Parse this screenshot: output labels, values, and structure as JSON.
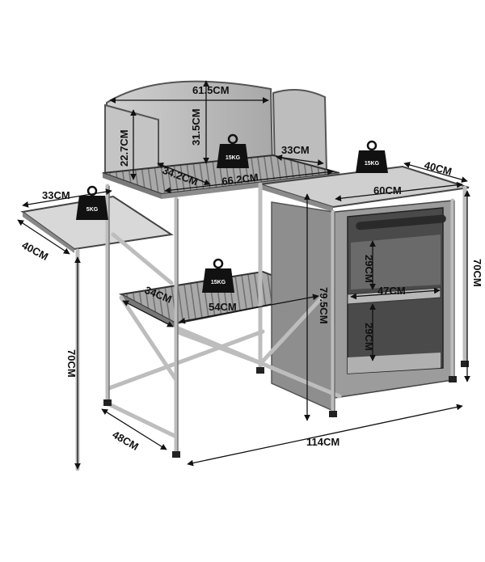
{
  "dimensions": {
    "windscreen_width": "61.5CM",
    "windscreen_height": "31.5CM",
    "side_panel_height": "22.7CM",
    "side_panel_width": "33CM",
    "main_top_depth": "34.2CM",
    "main_top_width": "66.2CM",
    "cabinet_depth": "40CM",
    "cabinet_width": "60CM",
    "side_table_width": "33CM",
    "side_table_depth": "40CM",
    "shelf_depth": "34CM",
    "shelf_width": "54CM",
    "total_height_cabinet": "79.5CM",
    "cabinet_height": "70CM",
    "compartment_height_top": "29CM",
    "compartment_width": "47CM",
    "compartment_height_bottom": "29CM",
    "table_height": "70CM",
    "frame_depth": "48CM",
    "total_length": "114CM"
  },
  "weights": {
    "side_table": "5KG",
    "main_top": "15KG",
    "cabinet_top": "15KG",
    "shelf": "15KG"
  }
}
